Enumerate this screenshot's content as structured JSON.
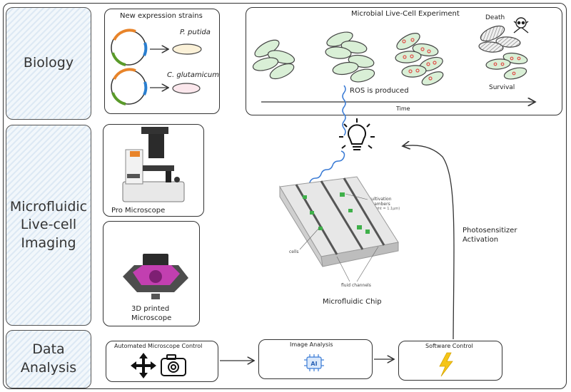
{
  "sections": {
    "biology": "Biology",
    "imaging_line1": "Microfluidic",
    "imaging_line2": "Live-cell",
    "imaging_line3": "Imaging",
    "data_line1": "Data",
    "data_line2": "Analysis"
  },
  "strains": {
    "title": "New expression strains",
    "strain1": "P. putida",
    "strain2": "C. glutamicum"
  },
  "experiment": {
    "title": "Microbial Live-Cell Experiment",
    "death": "Death",
    "survival": "Survival",
    "ros": "ROS is produced",
    "time": "Time"
  },
  "microscopes": {
    "pro": "Pro Microscope",
    "printed_line1": "3D printed",
    "printed_line2": "Microscope"
  },
  "chip": {
    "title": "Microfluidic Chip",
    "chambers_line1": "cultivation",
    "chambers_line2": "chambers",
    "chambers_line3": "(height = 1.1μm)",
    "cells": "cells",
    "channels": "fluid channels"
  },
  "photo": {
    "line1": "Photosensitizer",
    "line2": "Activation"
  },
  "pipeline": {
    "control": "Automated Microscope Control",
    "analysis": "Image Analysis",
    "software": "Software Control",
    "ai_badge": "AI"
  },
  "icons": {
    "move": "move-arrows-icon",
    "camera": "camera-icon",
    "ai_chip": "ai-chip-icon",
    "bolt": "lightning-bolt-icon",
    "bulb": "light-bulb-icon",
    "skull": "skull-crossbones-icon"
  },
  "colors": {
    "side_fill": "#dde9f4",
    "cell_fill": "#d9efd6",
    "ros_red": "#e0504a",
    "wave_blue": "#3a7bd5",
    "plasmid_orange": "#e8842a",
    "plasmid_green": "#5a9a2a",
    "plasmid_blue": "#2a7fd0",
    "bolt_yellow": "#f5c518",
    "printed_magenta": "#c23fb0"
  }
}
